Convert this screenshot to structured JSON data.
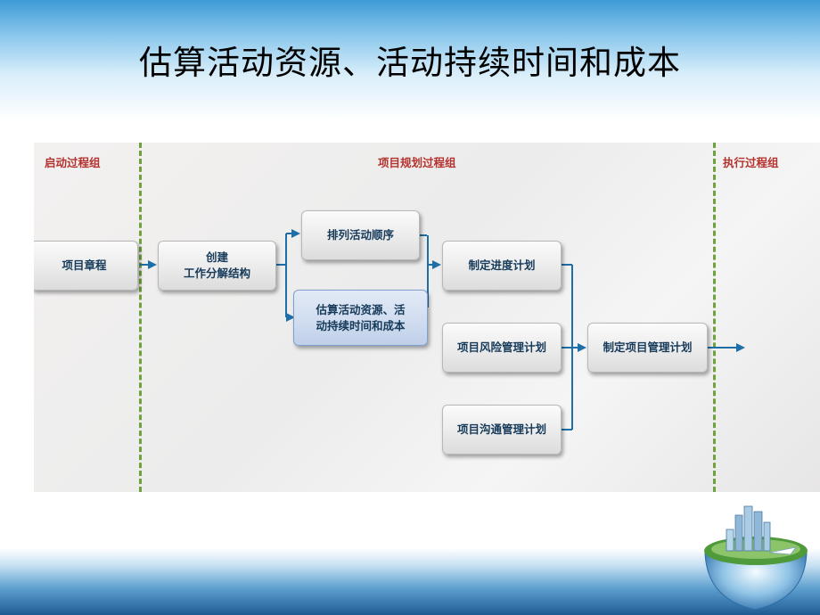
{
  "slide": {
    "title": "估算活动资源、活动持续时间和成本"
  },
  "diagram": {
    "phases": [
      {
        "label": "启动过程组"
      },
      {
        "label": "项目规划过程组"
      },
      {
        "label": "执行过程组"
      }
    ],
    "nodes": {
      "charter": "项目章程",
      "wbs": "创建\n工作分解结构",
      "sequence": "排列活动顺序",
      "estimate": "估算活动资源、活\n动持续时间和成本",
      "schedule": "制定进度计划",
      "risk": "项目风险管理计划",
      "comm": "项目沟通管理计划",
      "pmplan": "制定项目管理计划"
    },
    "colors": {
      "phase_label": "#b4322d",
      "divider": "#6fa23c",
      "connector": "#1e6ea7",
      "node_text": "#163a5a"
    }
  }
}
